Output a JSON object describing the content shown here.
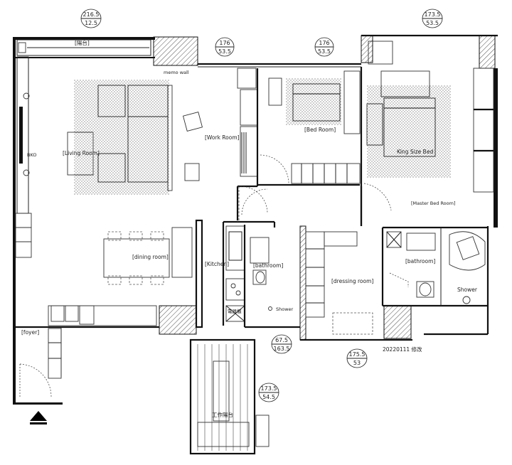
{
  "rooms": {
    "living": "[Living Room]",
    "work": "[Work Room]",
    "bed": "[Bed Room]",
    "king_bed": "King Size Bed",
    "master": "[Master Bed Room]",
    "dining": "[dining room]",
    "kitchen": "[Kitchen]",
    "bath_small": "[bathroom]",
    "dressing": "[dressing room]",
    "bath_master": "[bathroom]",
    "foyer": "[foyer]",
    "balcony_top": "[陽台]",
    "balcony_work": "工作陽台",
    "memo_wall": "memo wall",
    "shower_small": "Shower",
    "shower_master": "Shower",
    "appliance": "電器櫃",
    "tv_label": "BKO"
  },
  "dimensions": [
    {
      "top": "216.5",
      "bottom": "12.5"
    },
    {
      "top": "176",
      "bottom": "53.5"
    },
    {
      "top": "176",
      "bottom": "53.5"
    },
    {
      "top": "173.5",
      "bottom": "53.5"
    },
    {
      "top": "67.5",
      "bottom": "163.5"
    },
    {
      "top": "175.5",
      "bottom": "53"
    },
    {
      "top": "173.5",
      "bottom": "54.5"
    }
  ],
  "revision_note": "20220111 修改",
  "entrance_marker": "entrance-triangle",
  "colors": {
    "line": "#111111",
    "background": "#ffffff"
  }
}
